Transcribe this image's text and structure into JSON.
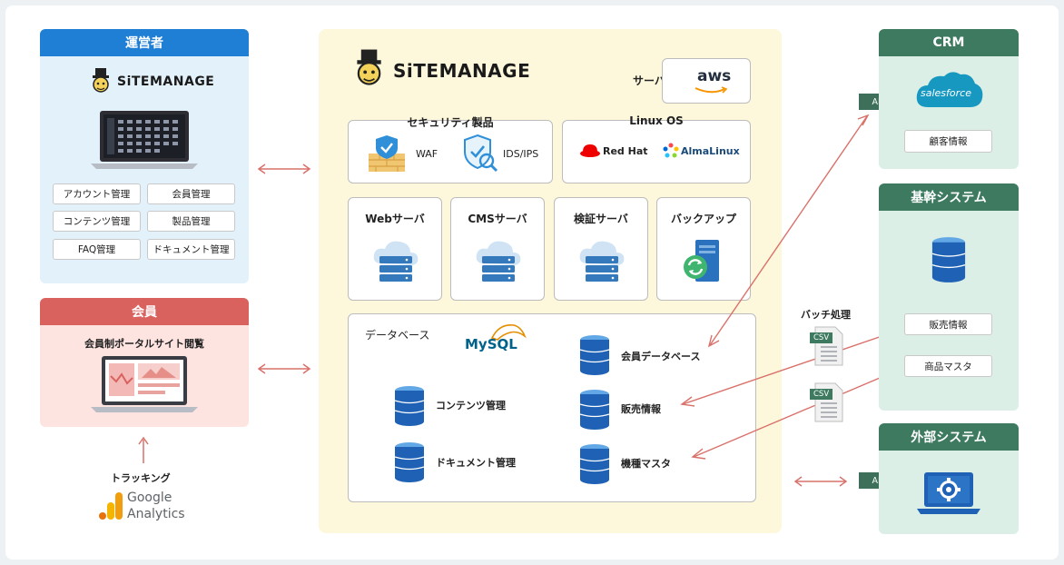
{
  "operator": {
    "title": "運営者",
    "logo_text": "SiTEMANAGE",
    "features": [
      "アカウント管理",
      "会員管理",
      "コンテンツ管理",
      "製品管理",
      "FAQ管理",
      "ドキュメント管理"
    ]
  },
  "member": {
    "title": "会員",
    "subtitle": "会員制ポータルサイト閲覧"
  },
  "tracking": {
    "label": "トラッキング",
    "ga_line1": "Google",
    "ga_line2": "Analytics"
  },
  "center": {
    "logo_text": "SiTEMANAGE",
    "server_label": "サーバー",
    "aws_text": "aws",
    "security": {
      "title": "セキュリティ製品",
      "waf": "WAF",
      "ids": "IDS/IPS"
    },
    "linux": {
      "title": "Linux OS",
      "redhat": "Red Hat",
      "alma": "AlmaLinux"
    },
    "servers": [
      "Webサーバ",
      "CMSサーバ",
      "検証サーバ",
      "バックアップ"
    ],
    "database": {
      "title": "データベース",
      "mysql": "MySQL",
      "items": [
        "会員データベース",
        "コンテンツ管理",
        "販売情報",
        "ドキュメント管理",
        "機種マスタ"
      ]
    }
  },
  "batch": {
    "label": "バッチ処理",
    "csv": "CSV"
  },
  "api_label": "API",
  "crm": {
    "title": "CRM",
    "salesforce": "salesforce",
    "item": "顧客情報"
  },
  "core": {
    "title": "基幹システム",
    "items": [
      "販売情報",
      "商品マスタ"
    ]
  },
  "external": {
    "title": "外部システム"
  },
  "colors": {
    "operator": "#1f7fd4",
    "member": "#d9625f",
    "green": "#3d7a60",
    "center_bg": "#fdf8dc",
    "arrow": "#d9716a"
  }
}
